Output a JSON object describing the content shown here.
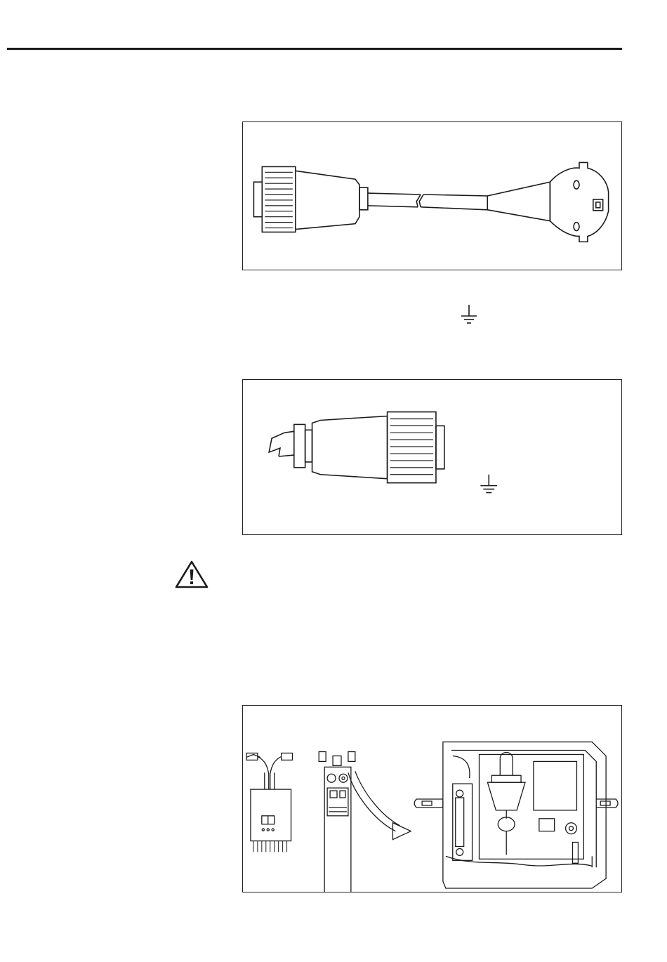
{
  "page": {
    "figures": [
      {
        "id": "fig1",
        "icon": "cable-with-connector-and-schuko-plug"
      },
      {
        "id": "fig2",
        "icon": "threaded-cable-connector"
      },
      {
        "id": "fig3",
        "icon": "sensor-module-installation-into-housing"
      }
    ],
    "symbols": {
      "ground_icon": "ground-symbol",
      "warning_icon": "warning-exclamation-triangle"
    },
    "colors": {
      "line": "#1a1a1a",
      "background": "#ffffff"
    }
  }
}
